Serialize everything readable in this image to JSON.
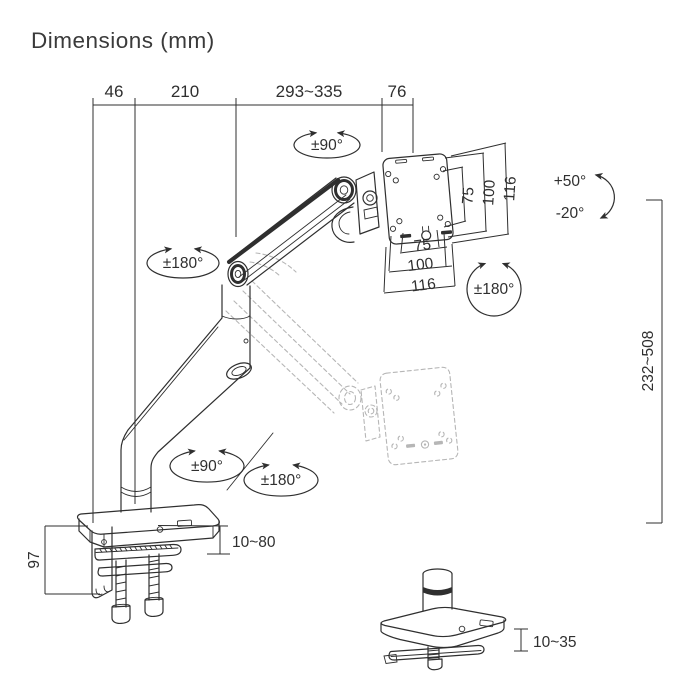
{
  "title": "Dimensions (mm)",
  "colors": {
    "line": "#2f2f2f",
    "ghost": "#b6b6b6",
    "background": "#ffffff",
    "title_text": "#3a3a3a"
  },
  "dimensions": {
    "top_chain": {
      "clamp_offset": "46",
      "arm_segment_1": "210",
      "arm_segment_2": "293~335",
      "head_depth": "76"
    },
    "vesa_vertical": {
      "inner": "75",
      "middle": "100",
      "outer": "116"
    },
    "vesa_horizontal": {
      "inner": "75",
      "middle": "100",
      "outer": "116"
    },
    "height_adjustment_range": "232~508",
    "clamp_height": "97",
    "desk_thickness_clamp": "10~80",
    "desk_thickness_grommet": "10~35"
  },
  "rotations": {
    "monitor_swivel": "±90°",
    "arm_rotation": "±180°",
    "base_swivel": "±90°",
    "base_rotation": "±180°",
    "vesa_rotation": "±180°",
    "tilt_up": "+50°",
    "tilt_down": "-20°"
  }
}
